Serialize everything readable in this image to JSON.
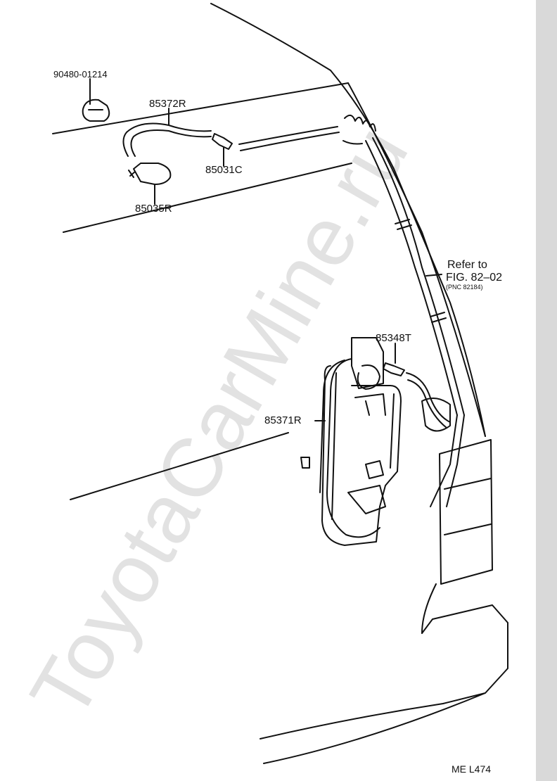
{
  "watermark": "ToyotaCarMine.ru",
  "parts": [
    {
      "id": "p1",
      "number": "90480-01214"
    },
    {
      "id": "p2",
      "number": "85372R"
    },
    {
      "id": "p3",
      "number": "85031C"
    },
    {
      "id": "p4",
      "number": "85035R"
    },
    {
      "id": "p5",
      "number": "85348T"
    },
    {
      "id": "p6",
      "number": "85371R"
    }
  ],
  "reference": {
    "line1": "Refer to",
    "line2": "FIG. 82–02",
    "line3": "(PNC 82184)"
  },
  "figure_code": "ME L474"
}
